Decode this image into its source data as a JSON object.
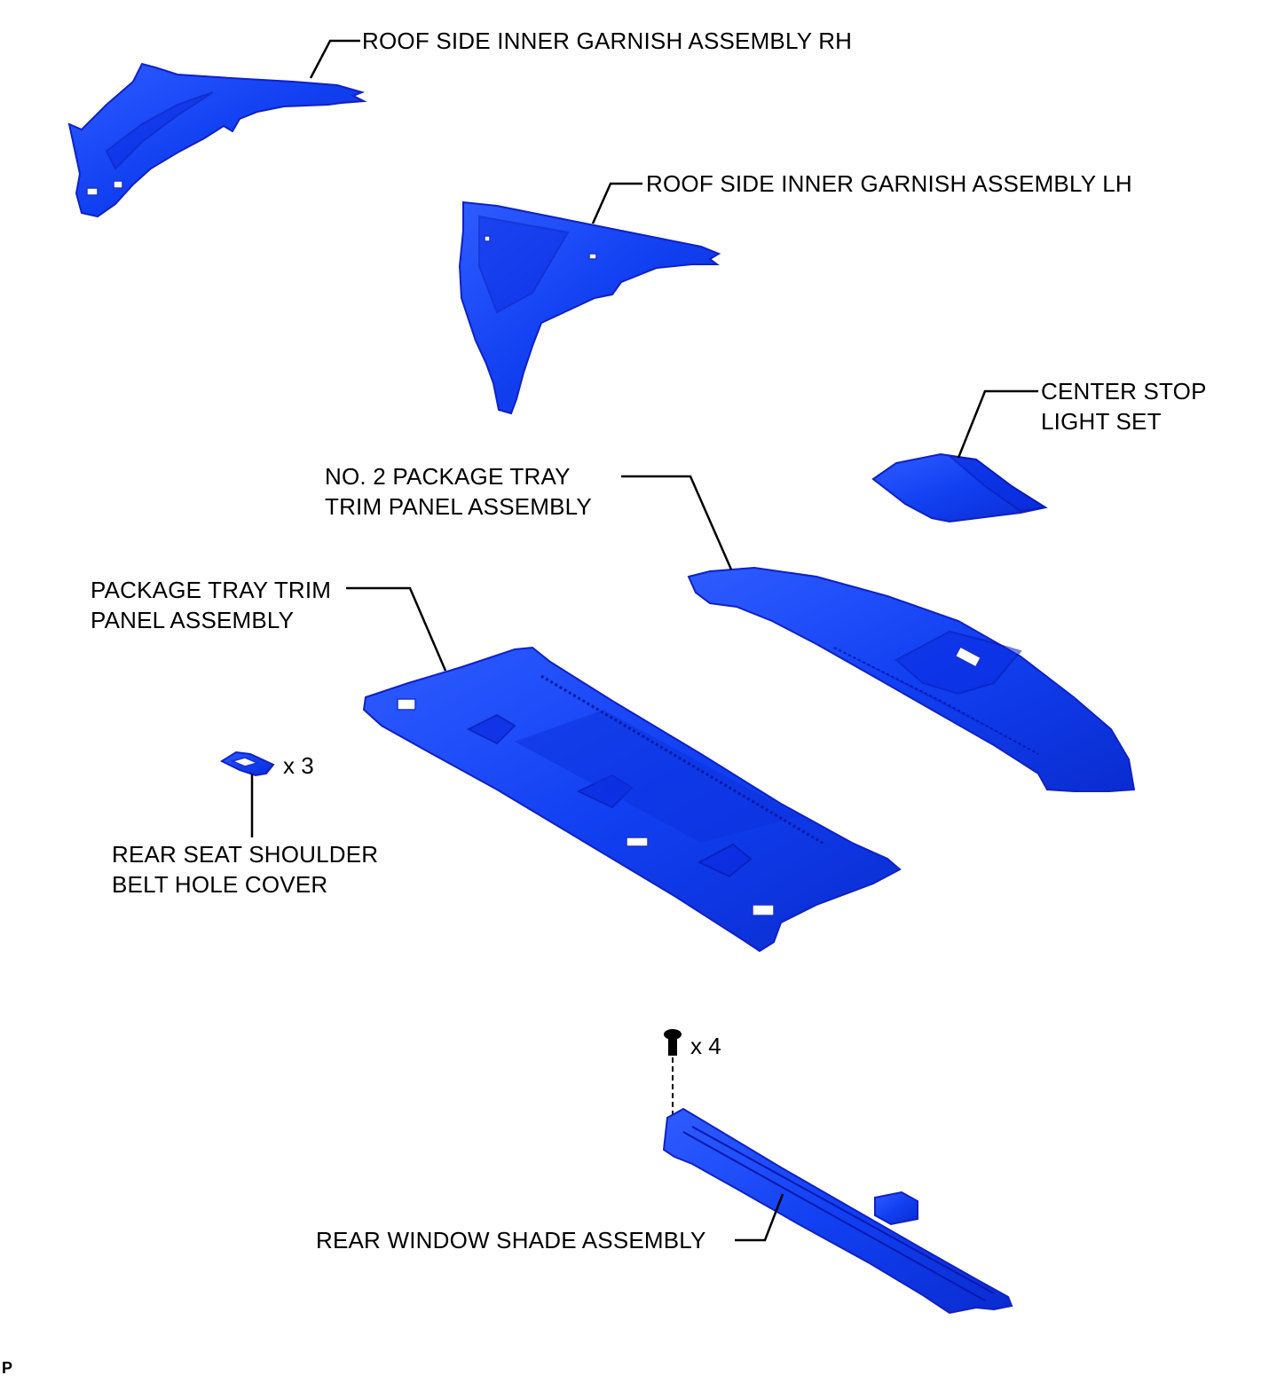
{
  "colors": {
    "part": "#0f3cf0",
    "part_shadow": "#0a28c8",
    "leader": "#000000"
  },
  "labels": {
    "roof_rh": "ROOF SIDE INNER GARNISH ASSEMBLY RH",
    "roof_lh": "ROOF SIDE INNER GARNISH ASSEMBLY LH",
    "center_stop": [
      "CENTER STOP",
      "LIGHT SET"
    ],
    "no2_tray": [
      "NO. 2 PACKAGE TRAY",
      "TRIM PANEL ASSEMBLY"
    ],
    "tray": [
      "PACKAGE TRAY TRIM",
      "PANEL ASSEMBLY"
    ],
    "belt_cover": [
      "REAR SEAT SHOULDER",
      "BELT HOLE COVER"
    ],
    "shade": "REAR WINDOW SHADE ASSEMBLY"
  },
  "quantities": {
    "belt_cover": "x 3",
    "bolt": "x 4"
  },
  "corner_mark": "P"
}
